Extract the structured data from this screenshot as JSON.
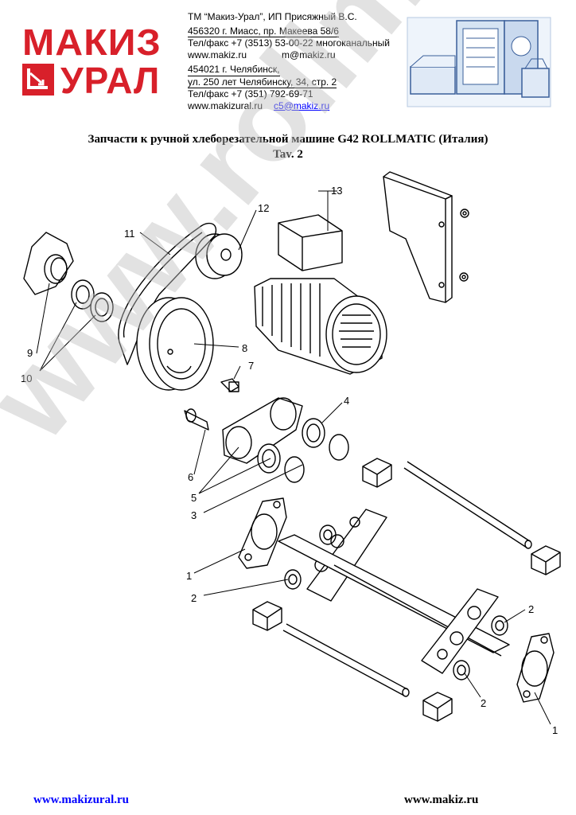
{
  "brand": {
    "logo_line1": "МАКИЗ",
    "logo_line2": "УРАЛ",
    "red": "#d8202a"
  },
  "contacts": {
    "line1": "ТМ “Макиз-Урал”,    ИП Присяжный В.С.",
    "line2": "456320 г. Миасс, пр. Макеева 58/6",
    "line3": "Тел/факс +7 (3513) 53-00-22 многоканальный",
    "line4a": "www.makiz.ru",
    "line4b": "m@makiz.ru",
    "line5": "454021 г. Челябинск,",
    "line6": "ул. 250 лет Челябинску, 34, стр. 2",
    "line7": "Тел/факс +7 (351) 792-69-71",
    "line8a": "www.makizural.ru",
    "line8b": "c5@makiz.ru"
  },
  "title": {
    "line1": "Запчасти к ручной хлеборезательной машине G42 ROLLMATIC (Италия)",
    "line2": "Tav. 2"
  },
  "labels": [
    "1",
    "2",
    "3",
    "4",
    "5",
    "6",
    "7",
    "8",
    "9",
    "10",
    "11",
    "12",
    "13"
  ],
  "footer": {
    "left": "www.makizural.ru",
    "right": "www.makiz.ru"
  },
  "watermark": "www.rollmatic.ru"
}
